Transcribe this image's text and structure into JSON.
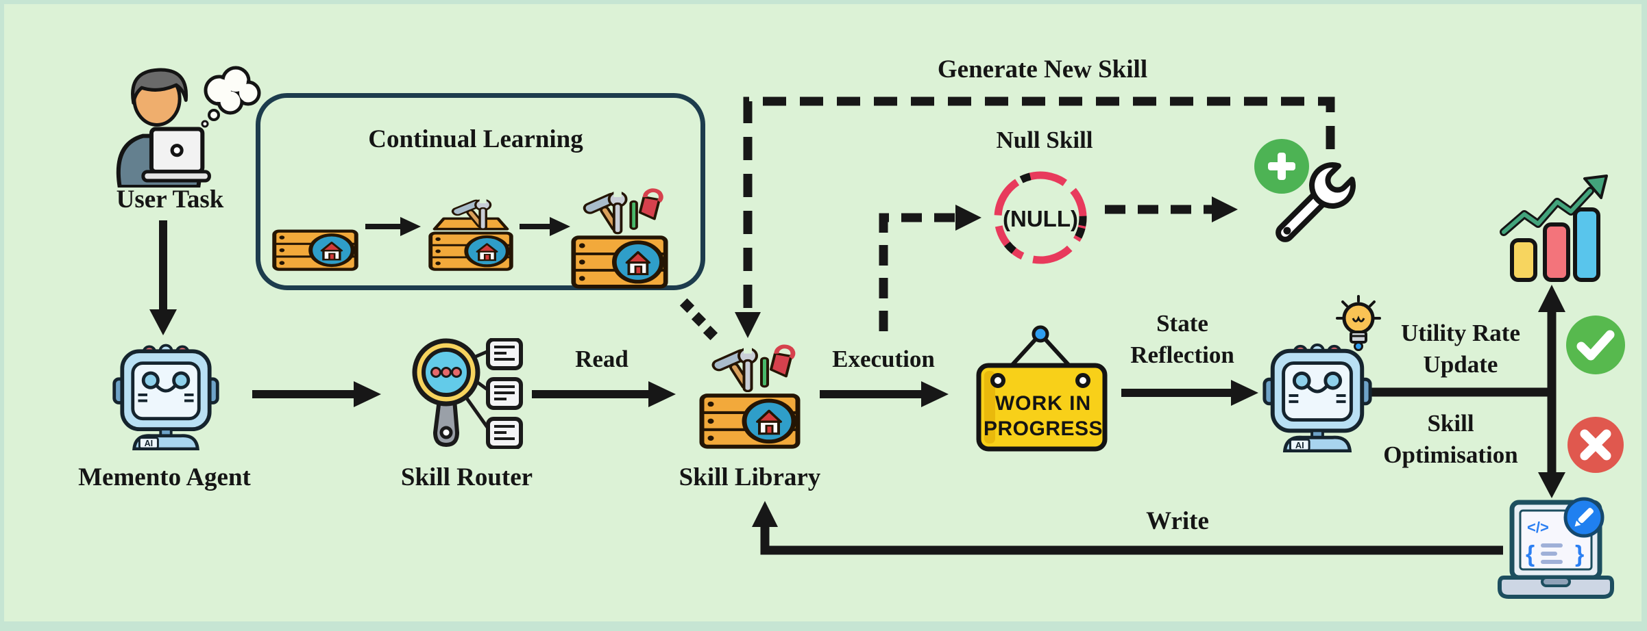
{
  "labels": {
    "user_task": "User Task",
    "continual_learning": "Continual Learning",
    "generate_new_skill": "Generate New Skill",
    "null_skill": "Null Skill",
    "memento_agent": "Memento Agent",
    "skill_router": "Skill Router",
    "skill_library": "Skill Library",
    "read": "Read",
    "execution": "Execution",
    "state_line1": "State",
    "state_line2": "Reflection",
    "utility_line1": "Utility Rate",
    "utility_line2": "Update",
    "skill_opt_line1": "Skill",
    "skill_opt_line2": "Optimisation",
    "write": "Write"
  },
  "icons": {
    "ai_badge": "AI",
    "null_text": "(NULL)",
    "wip_line1": "WORK IN",
    "wip_line2": "PROGRESS",
    "code_glyph": "</>",
    "brace_open": "{",
    "brace_close": "}"
  },
  "colors": {
    "background": "#dcf2d6",
    "frame": "#c6e5d3",
    "box_border": "#1d3c4d",
    "line_black": "#171717",
    "null_red": "#e83a5c",
    "toolbox_orange": "#f2a93b",
    "badge_blue": "#2f9ec9",
    "sign_yellow": "#f8d019",
    "check_green": "#57b94e",
    "cross_red": "#e0584e",
    "bar_yellow": "#f7d55f",
    "bar_red": "#f3747b",
    "bar_blue": "#59c5ec",
    "growth_green": "#43a47c",
    "plus_green": "#4db354",
    "laptop_teal": "#1d4e5f",
    "pencil_blue": "#2080f0",
    "robot_blue": "#b9e0f4"
  }
}
